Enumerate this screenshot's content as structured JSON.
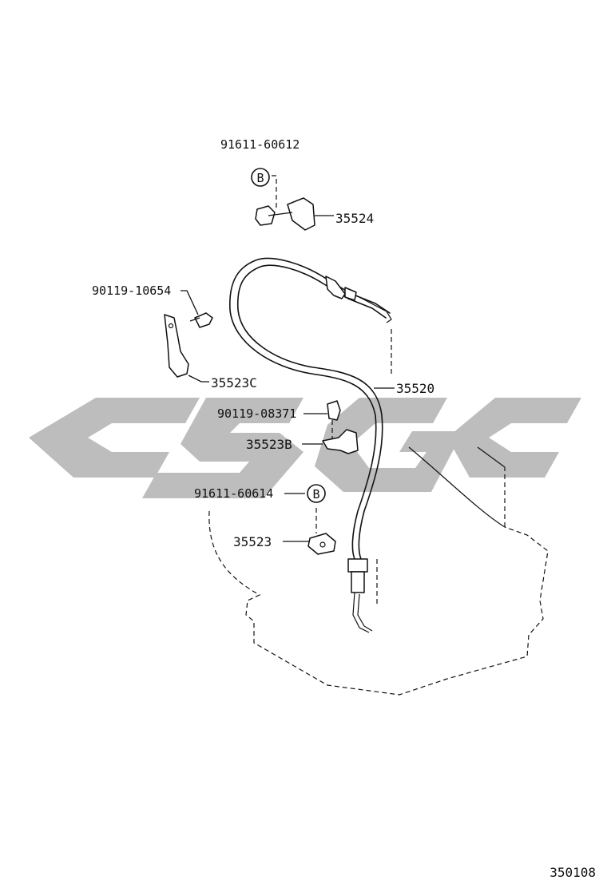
{
  "watermark": {
    "text": "CSGC",
    "color": "#bdbdbd"
  },
  "figure_number": "350108",
  "callouts": {
    "p91611_60612": "91611-60612",
    "p35524": "35524",
    "p90119_10654": "90119-10654",
    "p35523C": "35523C",
    "p35520": "35520",
    "p90119_08371": "90119-08371",
    "p35523B": "35523B",
    "p91611_60614": "91611-60614",
    "p35523": "35523"
  },
  "reference_markers": {
    "upper": "B",
    "lower": "B"
  }
}
